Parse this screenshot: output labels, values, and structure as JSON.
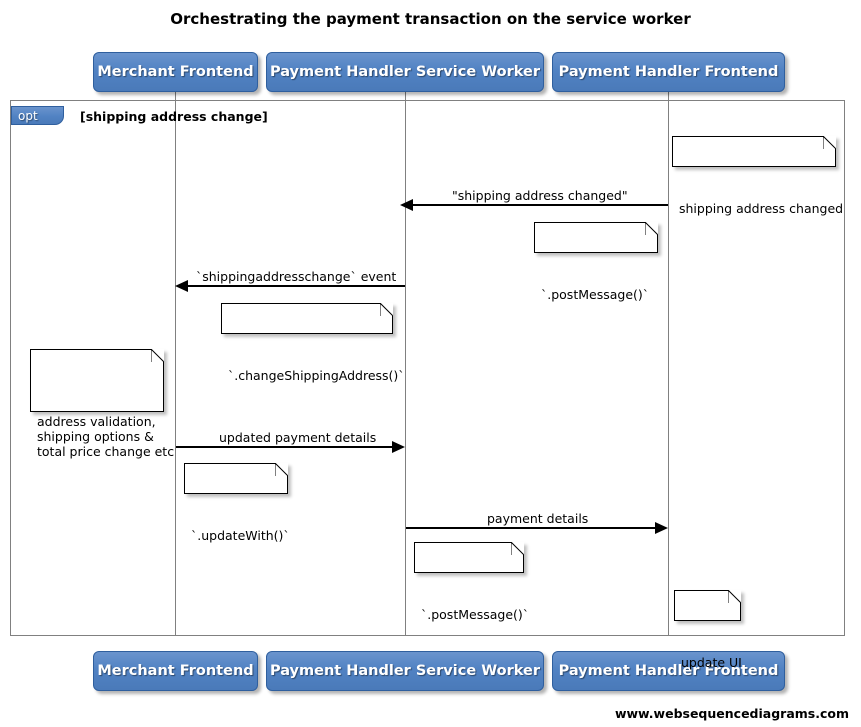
{
  "diagram": {
    "title": "Orchestrating the payment transaction on the service worker",
    "watermark": "www.websequencediagrams.com",
    "type": "uml-sequence-diagram",
    "colors": {
      "participant_fill": "#5182c3",
      "participant_border": "#2f5f9e",
      "participant_text": "#ffffff",
      "frame_border": "#808080",
      "lifeline": "#808080",
      "arrow": "#000000",
      "note_fill": "#ffffff",
      "note_border": "#000000",
      "background": "#ffffff"
    }
  },
  "participants": [
    {
      "id": "merchant-frontend",
      "label": "Merchant Frontend"
    },
    {
      "id": "payment-handler-service-worker",
      "label": "Payment Handler Service Worker"
    },
    {
      "id": "payment-handler-frontend",
      "label": "Payment Handler Frontend"
    }
  ],
  "fragment": {
    "kind": "opt",
    "tab_label": "opt",
    "guard": "[shipping address change]"
  },
  "messages": [
    {
      "id": "shipping-address-changed",
      "label": "\"shipping address changed\"",
      "from": "payment-handler-frontend",
      "to": "payment-handler-service-worker",
      "direction": "left"
    },
    {
      "id": "shippingaddresschange-event",
      "label": "`shippingaddresschange` event",
      "from": "payment-handler-service-worker",
      "to": "merchant-frontend",
      "direction": "left"
    },
    {
      "id": "updated-payment-details",
      "label": "updated payment details",
      "from": "merchant-frontend",
      "to": "payment-handler-service-worker",
      "direction": "right"
    },
    {
      "id": "payment-details",
      "label": "payment details",
      "from": "payment-handler-service-worker",
      "to": "payment-handler-frontend",
      "direction": "right"
    }
  ],
  "notes": [
    {
      "id": "note-shipping-address-changed",
      "text": "shipping address changed",
      "attached_to": "payment-handler-frontend"
    },
    {
      "id": "note-post-message-1",
      "text": "`.postMessage()`",
      "attached_to": "payment-handler-frontend"
    },
    {
      "id": "note-change-shipping-address",
      "text": "`.changeShippingAddress()`",
      "attached_to": "payment-handler-service-worker"
    },
    {
      "id": "note-address-validation",
      "text": "address validation,\nshipping options &\ntotal price change etc",
      "attached_to": "merchant-frontend"
    },
    {
      "id": "note-update-with",
      "text": "`.updateWith()`",
      "attached_to": "merchant-frontend"
    },
    {
      "id": "note-post-message-2",
      "text": "`.postMessage()`",
      "attached_to": "payment-handler-service-worker"
    },
    {
      "id": "note-update-ui",
      "text": "update UI",
      "attached_to": "payment-handler-frontend"
    }
  ]
}
